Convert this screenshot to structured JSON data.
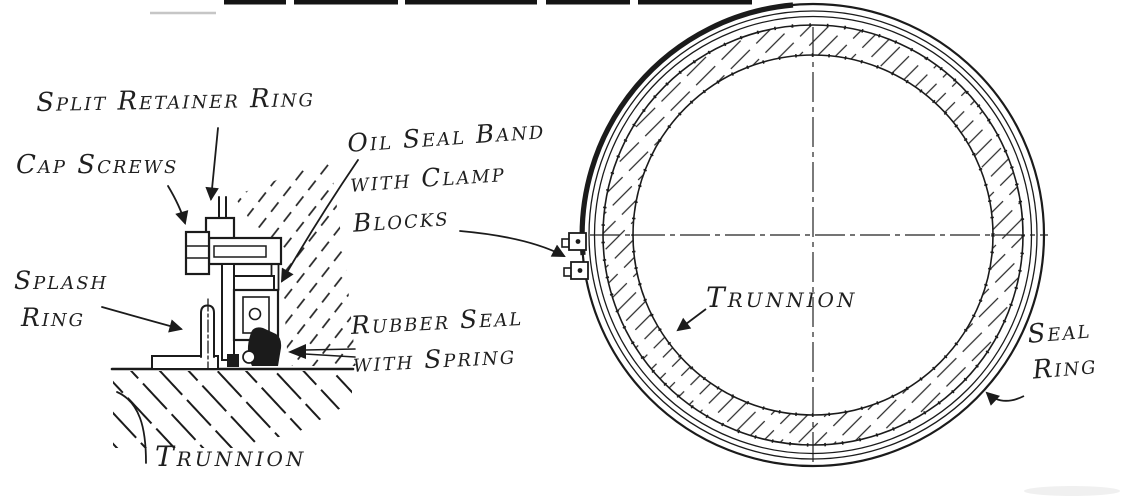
{
  "figure": {
    "description": "Hand-drawn engineering diagram of a trunnion oil-seal assembly: enlarged seal cross-section detail at left, sectional end view of the seal ring around the trunnion at right",
    "background_color": "#ffffff",
    "ink_color": "#1b1b1b"
  },
  "labels": {
    "split_retainer_ring": "Split Retainer Ring",
    "cap_screws": "Cap Screws",
    "oil_seal_band_line1": "Oil Seal Band",
    "oil_seal_band_line2": "with Clamp",
    "oil_seal_band_line3": "Blocks",
    "splash_ring_line1": "Splash",
    "splash_ring_line2": "Ring",
    "rubber_seal_line1": "Rubber Seal",
    "rubber_seal_line2": "with Spring",
    "trunnion_detail": "Trunnion",
    "trunnion_section": "Trunnion",
    "seal_ring_line1": "Seal",
    "seal_ring_line2": "Ring"
  },
  "views": {
    "left": "seal cross-section detail on trunnion",
    "right": "end view of seal ring and trunnion"
  }
}
